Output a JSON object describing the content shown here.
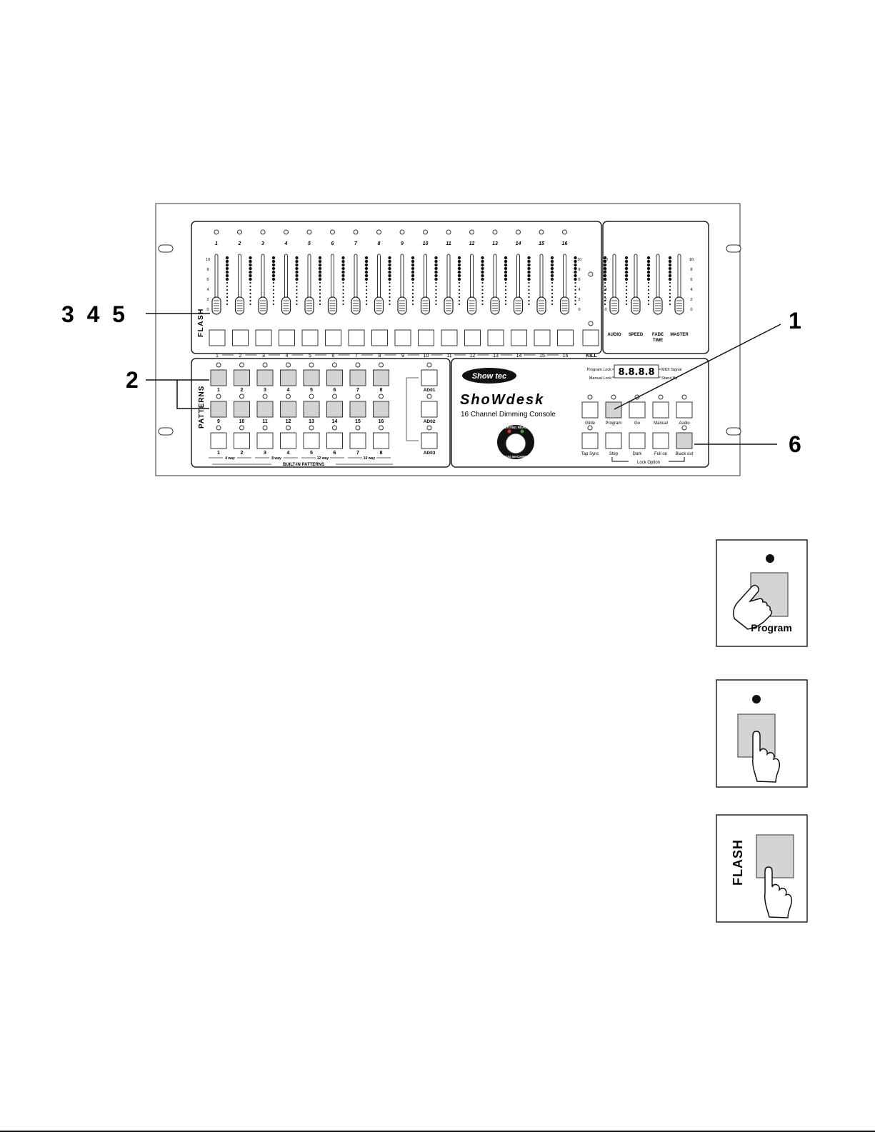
{
  "callouts": {
    "c345": "3  4  5",
    "c2": "2",
    "c1": "1",
    "c6": "6"
  },
  "channels": [
    "1",
    "2",
    "3",
    "4",
    "5",
    "6",
    "7",
    "8",
    "9",
    "10",
    "11",
    "12",
    "13",
    "14",
    "15",
    "16"
  ],
  "scale_left": [
    "10",
    "8",
    "6",
    "4",
    "2",
    "0"
  ],
  "scale_right": [
    "10",
    "8",
    "6",
    "4",
    "2",
    "0"
  ],
  "flash_label": "FLASH",
  "kill_label": "KILL",
  "master_faders": [
    "AUDIO",
    "SPEED",
    "FADE",
    "MASTER"
  ],
  "fade_sub": "TIME",
  "patterns_label": "PATTERNS",
  "pattern_row1": [
    "1",
    "2",
    "3",
    "4",
    "5",
    "6",
    "7",
    "8"
  ],
  "pattern_row2": [
    "9",
    "10",
    "11",
    "12",
    "13",
    "14",
    "15",
    "16"
  ],
  "builtin_row": [
    "1",
    "2",
    "3",
    "4",
    "5",
    "6",
    "7",
    "8"
  ],
  "way_labels": [
    "4 way",
    "8 way",
    "12 way",
    "16 way"
  ],
  "builtin_caption": "BUILT-IN    PATTERNS",
  "ad_buttons": [
    "AD01",
    "AD02",
    "AD03"
  ],
  "brand": {
    "logo": "Show tec",
    "product": "ShoWdesk",
    "subtitle": "16 Channel Dimming Console"
  },
  "display": {
    "value": "8.8.8.8",
    "program_lock": "Program Lock",
    "manual_lock": "Manual   Lock",
    "midi": "MIDI Signal",
    "standby": "Stand By"
  },
  "fog_labels": {
    "top": "HEATING  READY",
    "bottom": "FOG MACHINE"
  },
  "func_row1": [
    "Glide",
    "Program",
    "Go",
    "Manual",
    "Audio"
  ],
  "func_row2": [
    "Tap Sync",
    "Step",
    "Dark",
    "Full on",
    "Black out"
  ],
  "lock_option": "Lock   Option",
  "icons": {
    "program_label": "Program",
    "flash_label": "FLASH"
  }
}
